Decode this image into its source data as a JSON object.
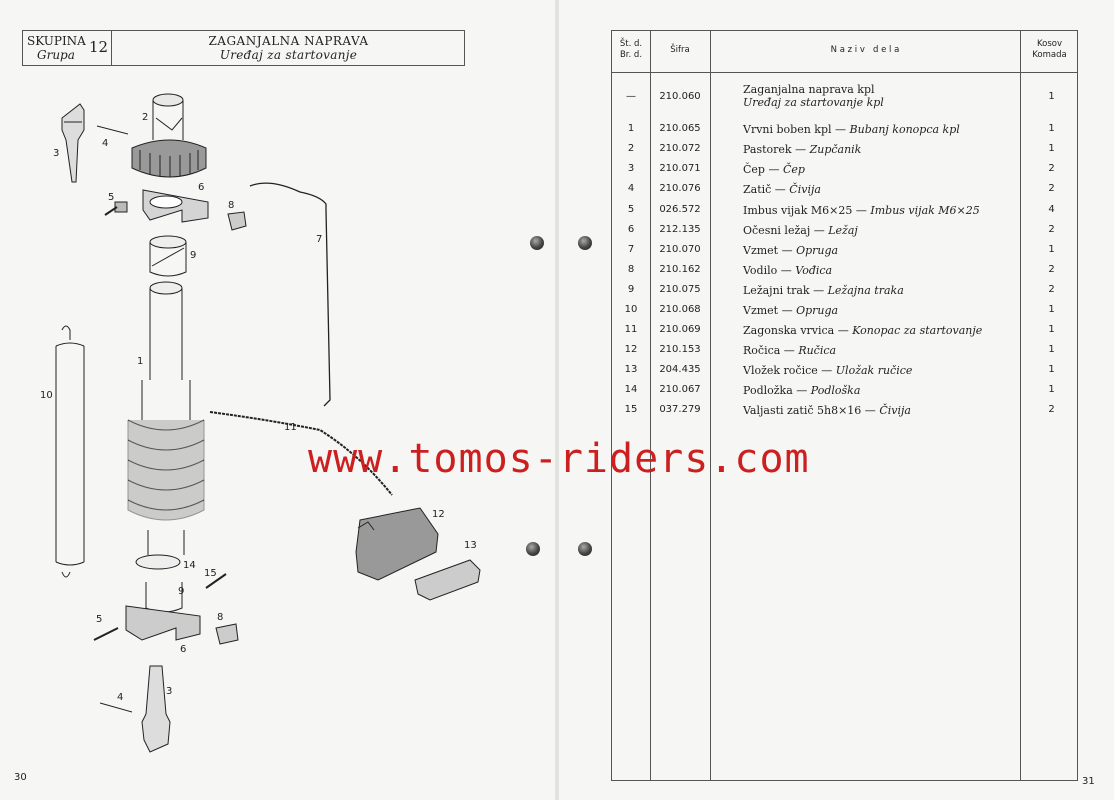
{
  "left_page": {
    "header": {
      "skupina": "SKUPINA",
      "grupa": "Grupa",
      "group_no": "12",
      "title": "ZAGANJALNA NAPRAVA",
      "subtitle": "Uređaj za startovanje"
    },
    "page_number": "30",
    "diagram_labels": [
      "1",
      "2",
      "3",
      "4",
      "5",
      "6",
      "7",
      "8",
      "9",
      "10",
      "11",
      "12",
      "13",
      "14",
      "15",
      "9",
      "8",
      "6",
      "5",
      "4",
      "3"
    ]
  },
  "right_page": {
    "page_number": "31",
    "columns": {
      "no_line1": "Št. d.",
      "no_line2": "Br. d.",
      "code": "Šifra",
      "name": "N a z i v   d e l a",
      "qty_line1": "Kosov",
      "qty_line2": "Komada"
    },
    "rows": [
      {
        "no": "—",
        "code": "210.060",
        "name": "Zaganjalna naprava kpl",
        "name_it": "",
        "name2": "Uređaj za startovanje kpl",
        "qty": "1"
      },
      {
        "no": "1",
        "code": "210.065",
        "name": "Vrvni boben kpl —",
        "name_it": "Bubanj konopca kpl",
        "qty": "1"
      },
      {
        "no": "2",
        "code": "210.072",
        "name": "Pastorek —",
        "name_it": "Zupčanik",
        "qty": "1"
      },
      {
        "no": "3",
        "code": "210.071",
        "name": "Čep —",
        "name_it": "Čep",
        "qty": "2"
      },
      {
        "no": "4",
        "code": "210.076",
        "name": "Zatič —",
        "name_it": "Čivija",
        "qty": "2"
      },
      {
        "no": "5",
        "code": "026.572",
        "name": "Imbus vijak M6×25 —",
        "name_it": "Imbus vijak M6×25",
        "qty": "4"
      },
      {
        "no": "6",
        "code": "212.135",
        "name": "Očesni ležaj —",
        "name_it": "Ležaj",
        "qty": "2"
      },
      {
        "no": "7",
        "code": "210.070",
        "name": "Vzmet —",
        "name_it": "Opruga",
        "qty": "1"
      },
      {
        "no": "8",
        "code": "210.162",
        "name": "Vodilo —",
        "name_it": "Vođica",
        "qty": "2"
      },
      {
        "no": "9",
        "code": "210.075",
        "name": "Ležajni trak —",
        "name_it": "Ležajna traka",
        "qty": "2"
      },
      {
        "no": "10",
        "code": "210.068",
        "name": "Vzmet —",
        "name_it": "Opruga",
        "qty": "1"
      },
      {
        "no": "11",
        "code": "210.069",
        "name": "Zagonska vrvica —",
        "name_it": "Konopac za startovanje",
        "qty": "1"
      },
      {
        "no": "12",
        "code": "210.153",
        "name": "Ročica —",
        "name_it": "Ručica",
        "qty": "1"
      },
      {
        "no": "13",
        "code": "204.435",
        "name": "Vložek ročice —",
        "name_it": "Uložak ručice",
        "qty": "1"
      },
      {
        "no": "14",
        "code": "210.067",
        "name": "Podložka —",
        "name_it": "Podloška",
        "qty": "1"
      },
      {
        "no": "15",
        "code": "037.279",
        "name": "Valjasti zatič 5h8×16 —",
        "name_it": "Čivija",
        "qty": "2"
      }
    ]
  },
  "watermark": "www.tomos-riders.com"
}
